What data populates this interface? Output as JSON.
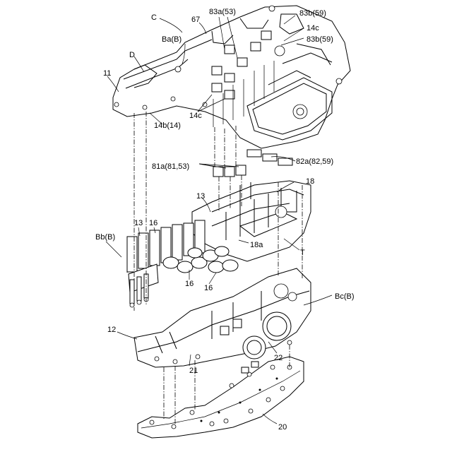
{
  "figure": {
    "labels": {
      "C": "C",
      "n67": "67",
      "n83a53": "83a(53)",
      "n83b59_top": "83b(59)",
      "n14c_top": "14c",
      "n83b59_mid": "83b(59)",
      "BaB": "Ba(B)",
      "D": "D",
      "n11": "11",
      "n14c_bottom": "14c",
      "n14b14": "14b(14)",
      "n81a": "81a(81,53)",
      "n82a": "82a(82,59)",
      "n13_top": "13",
      "n18": "18",
      "BbB": "Bb(B)",
      "n13_left": "13",
      "n16_top": "16",
      "n18a": "18a",
      "T": "T",
      "n16_bl": "16",
      "n16_bm": "16",
      "BcB": "Bc(B)",
      "n12": "12",
      "n21": "21",
      "n22": "22",
      "n20": "20"
    }
  }
}
